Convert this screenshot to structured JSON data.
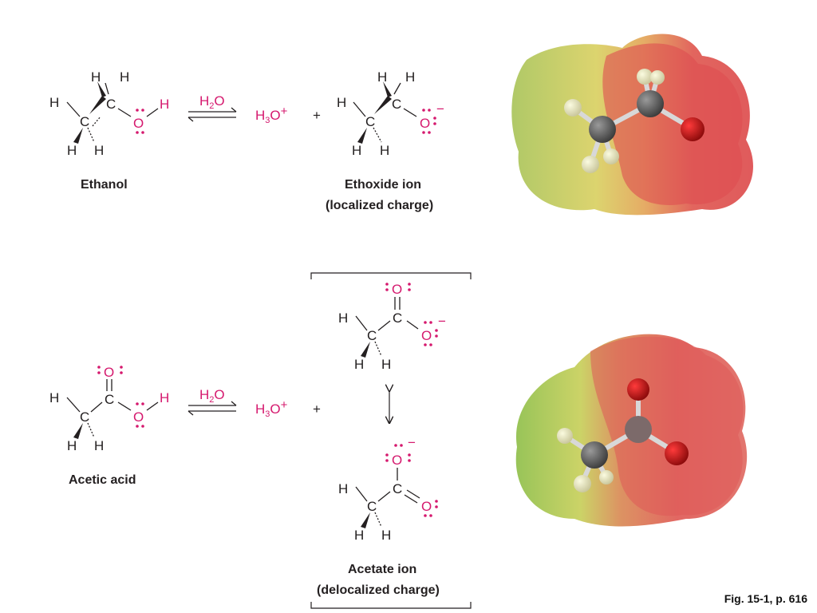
{
  "reagent": "H2O",
  "product_cation": "H3O+",
  "plus_sign": "+",
  "ethanol": {
    "name": "Ethanol",
    "atoms": {
      "C": "C",
      "H": "H",
      "O": "O"
    }
  },
  "ethoxide": {
    "name_line1": "Ethoxide ion",
    "name_line2": "(localized charge)",
    "charge": "−"
  },
  "acetic_acid": {
    "name": "Acetic acid"
  },
  "acetate": {
    "name_line1": "Acetate ion",
    "name_line2": "(delocalized charge)",
    "charge": "−"
  },
  "figure_caption": "Fig. 15-1, p. 616",
  "colors": {
    "text": "#231f20",
    "oxygen": "#d5196e",
    "map_red": "#d9434a",
    "map_yellow": "#e8d35a",
    "map_green": "#8fc24a"
  }
}
